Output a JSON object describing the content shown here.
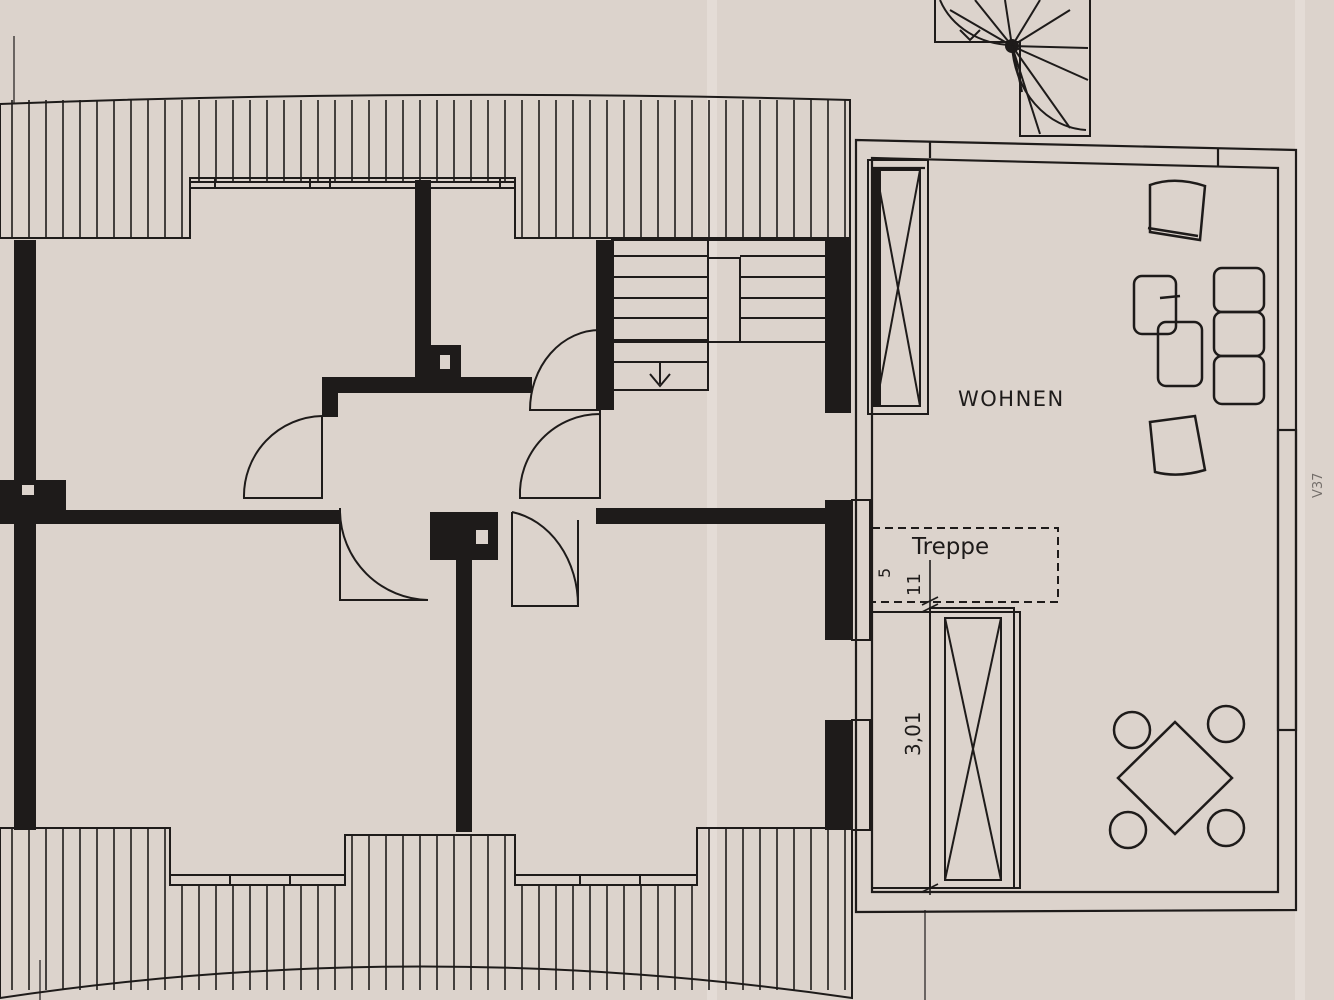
{
  "plan": {
    "labels": {
      "room": "WOHNEN",
      "stair": "Treppe",
      "dim_small": "11",
      "dim_small_sup": "5",
      "dim_width": "3,01",
      "edge_mark": "V37"
    },
    "colors": {
      "paper": "#dcd3cc",
      "ink": "#1e1b1a",
      "fold": "#e6dfd9"
    }
  }
}
